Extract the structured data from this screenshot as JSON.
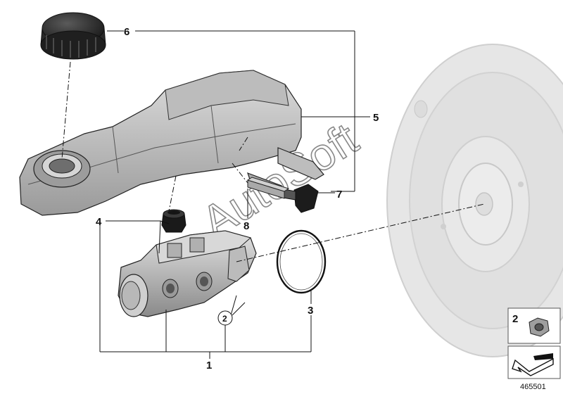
{
  "callouts": {
    "c1": "1",
    "c2": "2",
    "c3": "3",
    "c4": "4",
    "c5": "5",
    "c6": "6",
    "c7": "7",
    "c8": "8"
  },
  "legend": {
    "item_number": "2"
  },
  "document_number": "465501",
  "watermark": "AutoSoft",
  "colors": {
    "part_fill": "#c8c8c8",
    "part_dark": "#8d8d8d",
    "booster_fill": "#e4e4e4",
    "line": "#111111"
  }
}
